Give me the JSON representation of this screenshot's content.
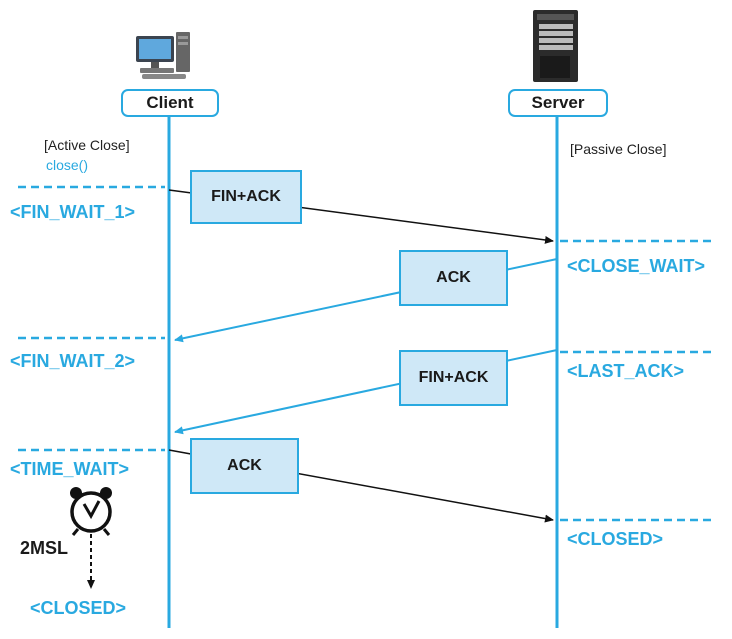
{
  "hosts": {
    "client": "Client",
    "server": "Server"
  },
  "client_notes": {
    "active_close": "[Active Close]",
    "close_call": "close()"
  },
  "server_notes": {
    "passive_close": "[Passive Close]"
  },
  "messages": [
    "FIN+ACK",
    "ACK",
    "FIN+ACK",
    "ACK"
  ],
  "client_states": [
    "<FIN_WAIT_1>",
    "<FIN_WAIT_2>",
    "<TIME_WAIT>",
    "<CLOSED>"
  ],
  "server_states": [
    "<CLOSE_WAIT>",
    "<LAST_ACK>",
    "<CLOSED>"
  ],
  "timer_label": "2MSL",
  "icons": {
    "client": "desktop-computer-icon",
    "server": "server-tower-icon",
    "timer": "alarm-clock-icon"
  },
  "colors": {
    "accent": "#29a9e0",
    "box_fill": "#cfe8f7",
    "arrow_dark": "#111111"
  }
}
